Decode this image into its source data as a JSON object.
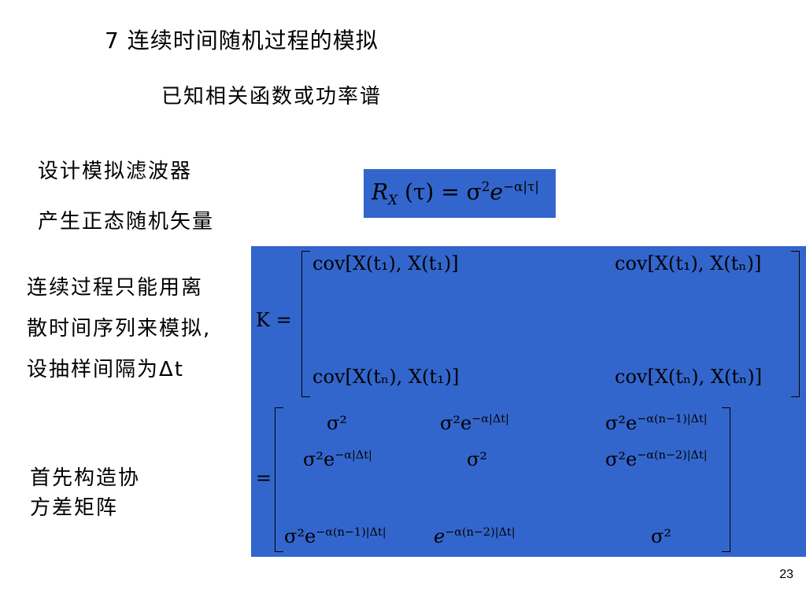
{
  "title": "7  连续时间随机过程的模拟",
  "subtitle": "已知相关函数或功率谱",
  "left_notes": {
    "design_filter": "设计模拟滤波器",
    "gen_vector": "产生正态随机矢量",
    "discrete_line1": "连续过程只能用离",
    "discrete_line2": "散时间序列来模拟,",
    "discrete_line3": "设抽样间隔为Δt",
    "covariance_line1": "首先构造协",
    "covariance_line2": "方差矩阵"
  },
  "formula_rx": {
    "lhs": "R",
    "lhs_sub": "X",
    "arg": "(τ)",
    "eq": "=",
    "sigma": "σ",
    "sigma_sup": "2",
    "e": "e",
    "exp": "−α|τ|"
  },
  "matrix_k": {
    "label": "K =",
    "top_left": "cov[X(t₁), X(t₁)]",
    "top_right": "cov[X(t₁), X(tₙ)]",
    "bottom_left": "cov[X(tₙ), X(t₁)]",
    "bottom_right": "cov[X(tₙ), X(tₙ)]"
  },
  "matrix_sigma": {
    "eq": "=",
    "r1c1": "σ²",
    "r1c2_base": "σ²e",
    "r1c2_exp": "−α|Δt|",
    "r1c3_base": "σ²e",
    "r1c3_exp": "−α(n−1)|Δt|",
    "r2c1_base": "σ²e",
    "r2c1_exp": "−α|Δt|",
    "r2c2": "σ²",
    "r2c3_base": "σ²e",
    "r2c3_exp": "−α(n−2)|Δt|",
    "r3c1_base": "σ²e",
    "r3c1_exp": "−α(n−1)|Δt|",
    "r3c2_base": "e",
    "r3c2_exp": "−α(n−2)|Δt|",
    "r3c3": "σ²"
  },
  "page_number": "23",
  "colors": {
    "formula_bg": "#3366cc",
    "text": "#000000",
    "background": "#ffffff"
  }
}
